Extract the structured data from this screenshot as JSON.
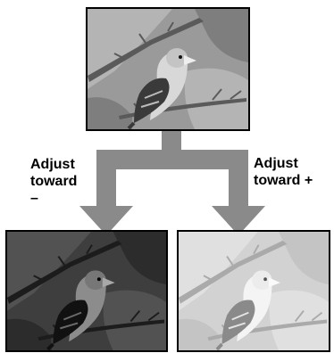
{
  "labels": {
    "minus": "Adjust\ntoward\n–",
    "plus": "Adjust\ntoward +"
  },
  "images": {
    "original": "bird-photo-original",
    "darker": "bird-photo-darker",
    "lighter": "bird-photo-lighter"
  },
  "colors": {
    "arrow": "#8a8a8a",
    "frame": "#000000"
  }
}
